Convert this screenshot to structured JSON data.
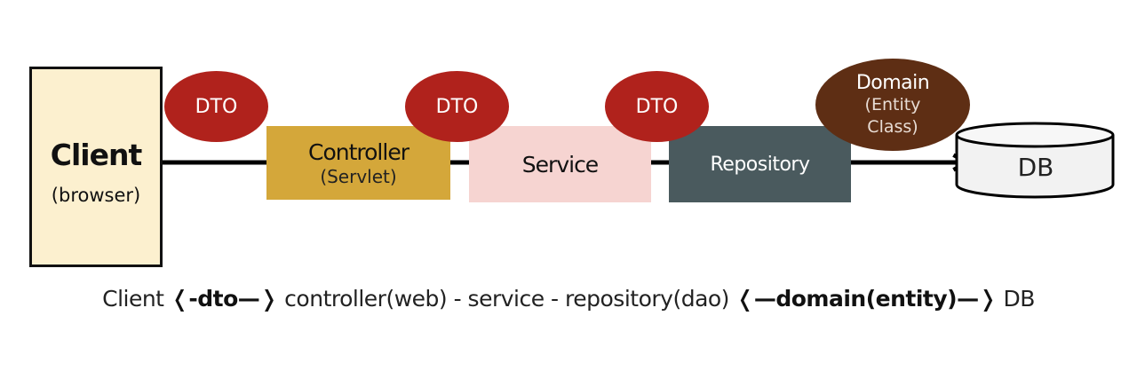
{
  "client": {
    "title": "Client",
    "subtitle": "(browser)"
  },
  "controller": {
    "title": "Controller",
    "subtitle": "(Servlet)"
  },
  "service": {
    "title": "Service"
  },
  "repository": {
    "title": "Repository"
  },
  "dto_labels": [
    "DTO",
    "DTO",
    "DTO"
  ],
  "domain": {
    "title": "Domain",
    "subtitle_line1": "(Entity",
    "subtitle_line2": "Class)"
  },
  "db": {
    "label": "DB"
  },
  "caption": {
    "part1": "Client ",
    "part2": "❬-dto—❭",
    "part3": " controller(web) - service - repository(dao) ",
    "part4": "❬—domain(entity)—❭",
    "part5": " DB"
  },
  "colors": {
    "client_fill": "#fcf0cf",
    "controller_fill": "#d4a73a",
    "service_fill": "#f6d4d1",
    "repository_fill": "#4a5a5e",
    "dto_fill": "#b0221c",
    "domain_fill": "#5e2e14",
    "db_fill": "#f2f2f2"
  }
}
